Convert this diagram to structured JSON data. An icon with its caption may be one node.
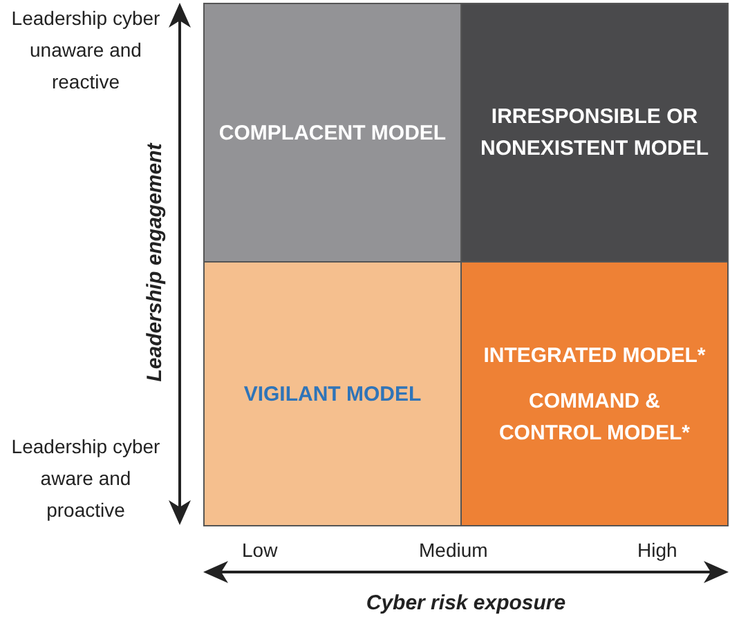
{
  "diagram": {
    "nodes": [
      {
        "text": [
          "COMPLACENT MODEL"
        ]
      },
      {
        "text": [
          "IRRESPONSIBLE OR NONEXISTENT MODEL"
        ]
      },
      {
        "text": [
          "VIGILANT MODEL"
        ]
      },
      {
        "text": [
          "INTEGRATED MODEL*",
          "COMMAND & CONTROL MODEL*"
        ]
      }
    ],
    "labels": [
      "Leadership cyber unaware and reactive",
      "Leadership engagement",
      "Leadership cyber aware and proactive",
      "Low",
      "Medium",
      "High",
      "Cyber risk exposure"
    ]
  }
}
